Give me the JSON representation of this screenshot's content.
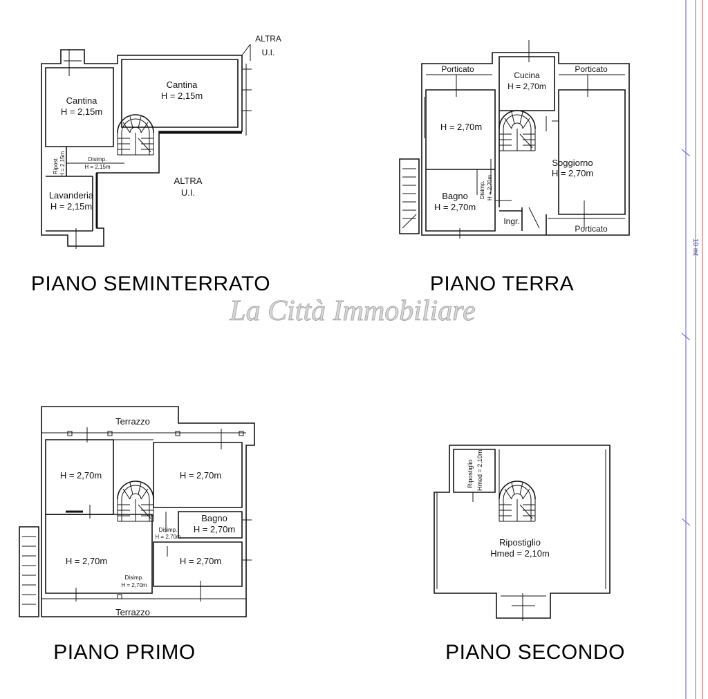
{
  "watermark": "La Città Immobiliare",
  "dimension_label": "10 mt",
  "seminterrato": {
    "title": "PIANO SEMINTERRATO",
    "altra_top_1": "ALTRA",
    "altra_top_2": "U.I.",
    "altra_mid_1": "ALTRA",
    "altra_mid_2": "U.I.",
    "cantina1_name": "Cantina",
    "cantina1_h": "H = 2,15m",
    "cantina2_name": "Cantina",
    "cantina2_h": "H = 2,15m",
    "ripost": "Ripost.",
    "ripost_h": "H = 2,15m",
    "disimp": "Disimp.",
    "disimp_h": "H = 2,15m",
    "lavanderia_name": "Lavanderia",
    "lavanderia_h": "H = 2,15m"
  },
  "terra": {
    "title": "PIANO TERRA",
    "porticato1": "Porticato",
    "porticato2": "Porticato",
    "porticato3": "Porticato",
    "cucina_name": "Cucina",
    "cucina_h": "H = 2,70m",
    "room_h": "H = 2,70m",
    "soggiorno_name": "Soggiorno",
    "soggiorno_h": "H = 2,70m",
    "disimp": "Disimp.",
    "disimp_h": "H = 2,70m",
    "bagno_name": "Bagno",
    "bagno_h": "H = 2,70m",
    "ingr": "Ingr."
  },
  "primo": {
    "title": "PIANO PRIMO",
    "terrazzo_top": "Terrazzo",
    "terrazzo_bottom": "Terrazzo",
    "room1_h": "H = 2,70m",
    "room2_h": "H = 2,70m",
    "bagno_name": "Bagno",
    "bagno_h": "H = 2,70m",
    "disimp1": "Disimp.",
    "disimp1_h": "H = 2,70m",
    "room3_h": "H = 2,70m",
    "room4_h": "H = 2,70m",
    "disimp2": "Disimp.",
    "disimp2_h": "H = 2,70m"
  },
  "secondo": {
    "title": "PIANO SECONDO",
    "ripostiglio_small": "Ripostiglio",
    "ripostiglio_small_h": "Hmed = 2,10m",
    "ripostiglio_name": "Ripostiglio",
    "ripostiglio_h": "Hmed = 2,10m"
  }
}
